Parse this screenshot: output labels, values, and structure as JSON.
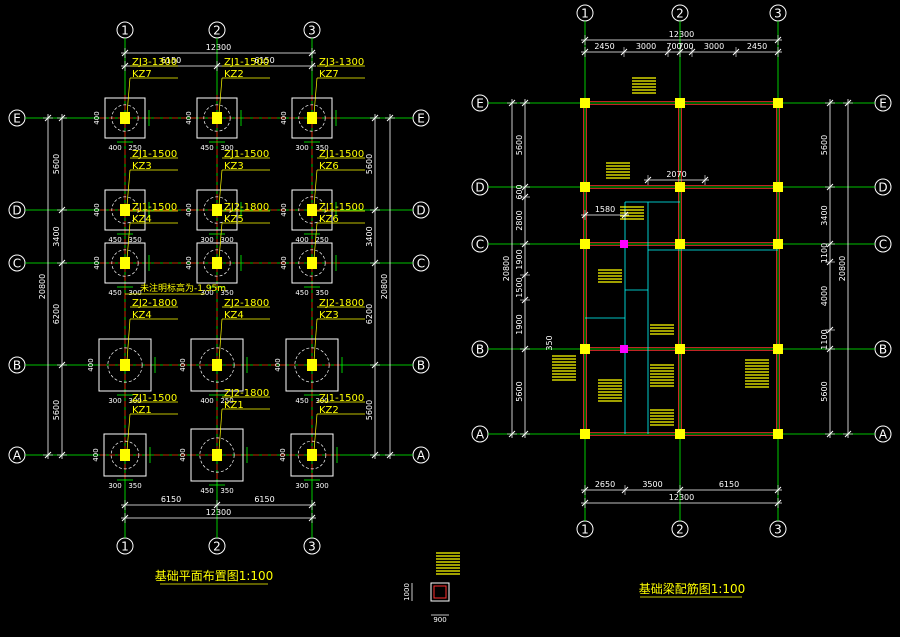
{
  "colors": {
    "background": "#000000",
    "axis": "#00ff00",
    "centerline": "#ff0000",
    "foundation": "#ffffff",
    "column": "#ffff00",
    "label": "#ffff00",
    "dimension": "#ffffff",
    "beam": "#ff3030",
    "secondary": "#00ffff",
    "accent": "#ff00ff"
  },
  "left_plan": {
    "title": "基础平面布置图1:100",
    "col_axes": [
      "1",
      "2",
      "3"
    ],
    "row_axes": [
      "E",
      "D",
      "C",
      "B",
      "A"
    ],
    "top_dims": [
      "6150",
      "6150"
    ],
    "top_total": "12300",
    "bottom_dims": [
      "6150",
      "6150"
    ],
    "bottom_total": "12300",
    "left_dims": [
      "5600",
      "3400",
      "6200",
      "5600"
    ],
    "left_total": "20800",
    "right_dims": [
      "5600",
      "3400",
      "6200",
      "5600"
    ],
    "right_total": "20800",
    "note": "未注明标高为-1.95m",
    "footings": [
      {
        "zj": "ZJ3-1300",
        "kz": "KZ7"
      },
      {
        "zj": "ZJ1-1500",
        "kz": "KZ2"
      },
      {
        "zj": "ZJ3-1300",
        "kz": "KZ7"
      },
      {
        "zj": "ZJ1-1500",
        "kz": "KZ3"
      },
      {
        "zj": "ZJ1-1500",
        "kz": "KZ3"
      },
      {
        "zj": "ZJ1-1500",
        "kz": "KZ6"
      },
      {
        "zj": "ZJ1-1500",
        "kz": "KZ4"
      },
      {
        "zj": "ZJ2-1800",
        "kz": "KZ5"
      },
      {
        "zj": "ZJ1-1500",
        "kz": "KZ6"
      },
      {
        "zj": "ZJ2-1800",
        "kz": "KZ4"
      },
      {
        "zj": "ZJ2-1800",
        "kz": "KZ4"
      },
      {
        "zj": "ZJ2-1800",
        "kz": "KZ3"
      },
      {
        "zj": "ZJ1-1500",
        "kz": "KZ1"
      },
      {
        "zj": "ZJ2-1800",
        "kz": "KZ1"
      },
      {
        "zj": "ZJ1-1500",
        "kz": "KZ2"
      }
    ],
    "small_dims": [
      "400",
      "250",
      "450",
      "300",
      "300",
      "350",
      "450",
      "350",
      "300",
      "300"
    ]
  },
  "right_plan": {
    "title": "基础梁配筋图1:100",
    "col_axes": [
      "1",
      "2",
      "3"
    ],
    "row_axes": [
      "E",
      "D",
      "C",
      "B",
      "A"
    ],
    "top_dims": [
      "2450",
      "3000",
      "700",
      "700",
      "3000",
      "2450"
    ],
    "top_total": "12300",
    "bottom_dims": [
      "2650",
      "3500",
      "6150"
    ],
    "bottom_total": "12300",
    "left_dims": [
      "5600",
      "600",
      "2800",
      "1900",
      "1500",
      "1900",
      "5600"
    ],
    "left_total": "20800",
    "right_dims": [
      "5600",
      "3400",
      "1100",
      "4000",
      "1100",
      "5600"
    ],
    "right_total": "20800",
    "inner_dims": [
      "2070",
      "1580",
      "350"
    ]
  },
  "section": {
    "width_dim": "900",
    "height_dim": "1000"
  }
}
